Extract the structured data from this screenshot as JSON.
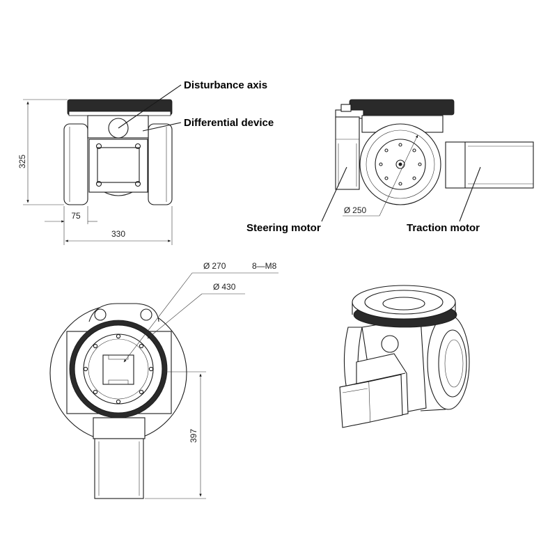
{
  "labels": {
    "disturbance_axis": "Disturbance axis",
    "differential_device": "Differential device",
    "steering_motor": "Steering motor",
    "traction_motor": "Traction motor"
  },
  "dimensions": {
    "height_325": "325",
    "width_75": "75",
    "width_330": "330",
    "dia_250": "250",
    "dia_270": "270",
    "bolts_8m8": "8—M8",
    "dia_430": "430",
    "len_397": "397",
    "dia_symbol": "Ø"
  }
}
